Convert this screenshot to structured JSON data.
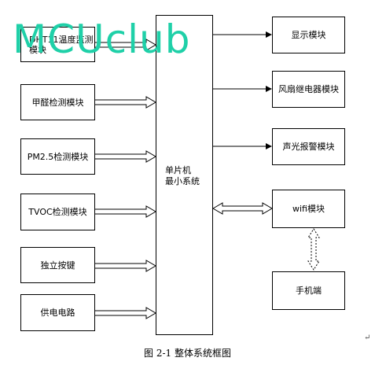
{
  "diagram": {
    "center_block": {
      "line1": "单片机",
      "line2": "最小系统"
    },
    "inputs": [
      {
        "label_line1": "DHT11温度监测",
        "label_line2": "模块"
      },
      {
        "label": "甲醛检测模块"
      },
      {
        "label": "PM2.5检测模块"
      },
      {
        "label": "TVOC检测模块"
      },
      {
        "label": "独立按键"
      },
      {
        "label": "供电电路"
      }
    ],
    "outputs": [
      {
        "label": "显示模块"
      },
      {
        "label": "风扇继电器模块"
      },
      {
        "label": "声光报警模块"
      },
      {
        "label": "wifi模块"
      },
      {
        "label": "手机端"
      }
    ],
    "caption": "图 2-1 整体系统框图",
    "paragraph_mark": "↵",
    "watermark": "MCUclub"
  }
}
